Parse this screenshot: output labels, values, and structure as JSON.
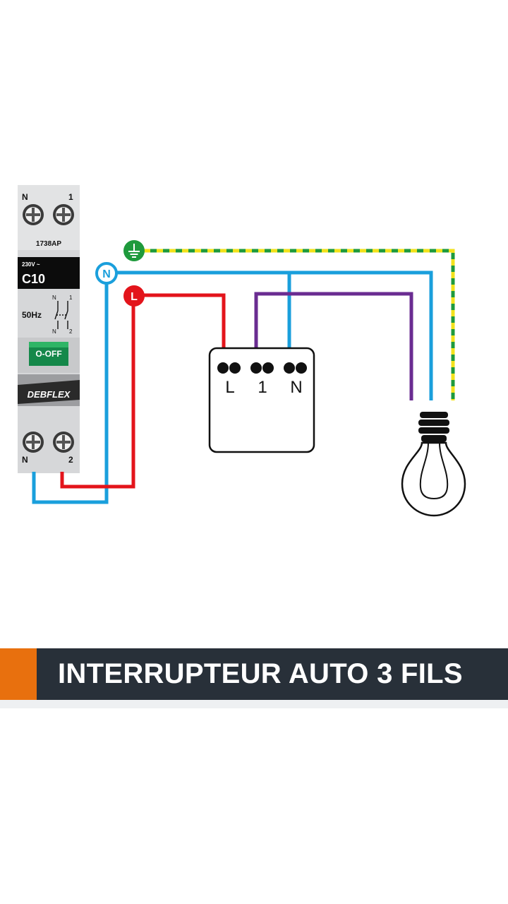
{
  "breaker": {
    "top_terminal_left": "N",
    "top_terminal_right": "1",
    "model": "1738AP",
    "voltage": "230V ~",
    "rating": "C10",
    "frequency": "50Hz",
    "symbol_top_left": "N",
    "symbol_top_right": "1",
    "symbol_bottom_left": "N",
    "symbol_bottom_right": "2",
    "toggle_label": "O-OFF",
    "brand": "DEBFLEX",
    "bottom_terminal_left": "N",
    "bottom_terminal_right": "2"
  },
  "markers": {
    "earth": "⏚",
    "neutral": "N",
    "live": "L"
  },
  "switch_box": {
    "terminal_l": "L",
    "terminal_1": "1",
    "terminal_n": "N"
  },
  "title": "INTERRUPTEUR AUTO 3 FILS",
  "colors": {
    "live": "#e3141b",
    "neutral": "#1a9fdc",
    "switched": "#6a2c91",
    "earth_green": "#1e9a3c",
    "earth_yellow": "#f2e21c",
    "accent": "#e8700e",
    "title_bg": "#283039"
  }
}
